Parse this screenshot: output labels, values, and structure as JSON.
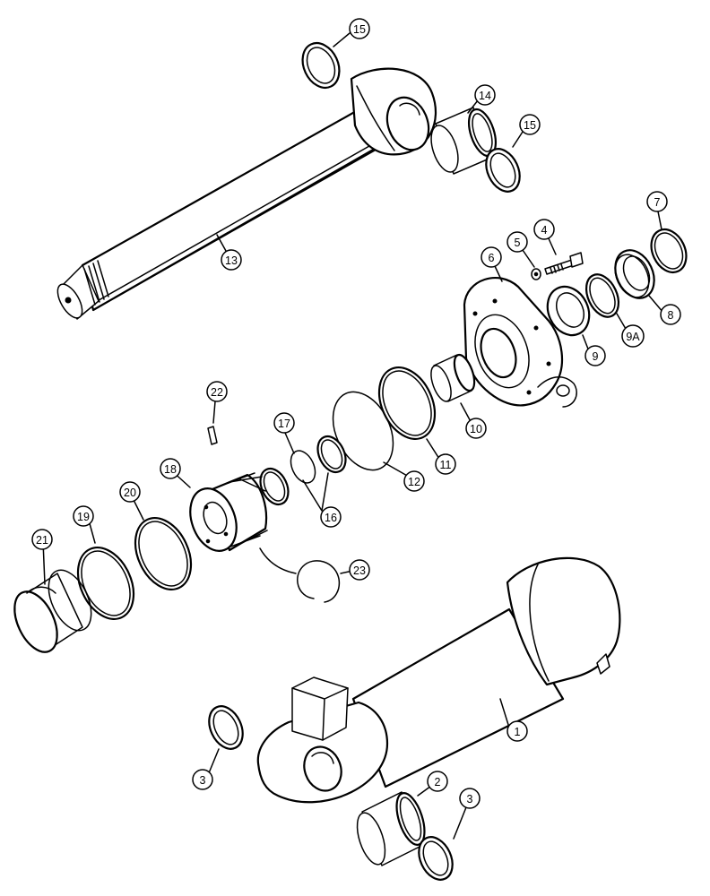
{
  "callouts": [
    {
      "id": "c1",
      "text": "1"
    },
    {
      "id": "c2",
      "text": "2"
    },
    {
      "id": "c3a",
      "text": "3"
    },
    {
      "id": "c3b",
      "text": "3"
    },
    {
      "id": "c4",
      "text": "4"
    },
    {
      "id": "c5",
      "text": "5"
    },
    {
      "id": "c6",
      "text": "6"
    },
    {
      "id": "c7",
      "text": "7"
    },
    {
      "id": "c8",
      "text": "8"
    },
    {
      "id": "c9",
      "text": "9"
    },
    {
      "id": "c9a",
      "text": "9A"
    },
    {
      "id": "c10",
      "text": "10"
    },
    {
      "id": "c11",
      "text": "11"
    },
    {
      "id": "c12",
      "text": "12"
    },
    {
      "id": "c13",
      "text": "13"
    },
    {
      "id": "c14",
      "text": "14"
    },
    {
      "id": "c15a",
      "text": "15"
    },
    {
      "id": "c15b",
      "text": "15"
    },
    {
      "id": "c16",
      "text": "16"
    },
    {
      "id": "c17",
      "text": "17"
    },
    {
      "id": "c18",
      "text": "18"
    },
    {
      "id": "c19",
      "text": "19"
    },
    {
      "id": "c20",
      "text": "20"
    },
    {
      "id": "c21",
      "text": "21"
    },
    {
      "id": "c22",
      "text": "22"
    },
    {
      "id": "c23",
      "text": "23"
    }
  ]
}
